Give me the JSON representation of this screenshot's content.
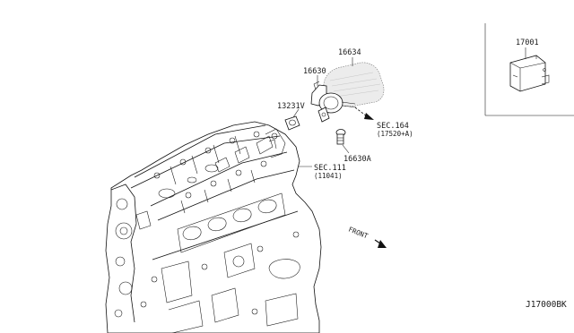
{
  "callouts": {
    "p16634": "16634",
    "p16630": "16630",
    "p13231V": "13231V",
    "sec164": "SEC.164",
    "sec164_sub": "(17520+A)",
    "p16630A": "16630A",
    "sec111": "SEC.111",
    "sec111_sub": "(11041)",
    "p17001": "17001",
    "front": "FRONT"
  },
  "reference_code": "J17000BK"
}
